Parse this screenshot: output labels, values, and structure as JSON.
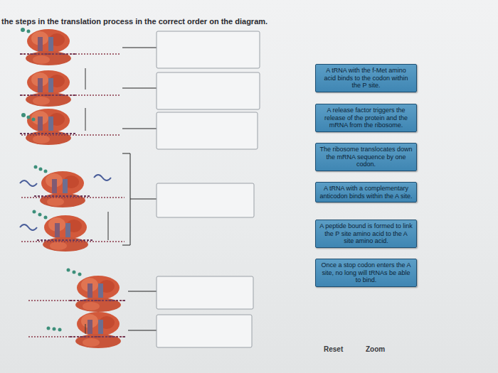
{
  "diagram": {
    "title": "the steps in the translation process in the correct order on the diagram.",
    "nodes": [
      {
        "text": [
          "A tRNA with the f-Met amino acid binds to the codon within the P site."
        ]
      },
      {
        "text": [
          "A release factor triggers the release of the protein and the mRNA from the ribosome."
        ]
      },
      {
        "text": [
          "The ribosome translocates down the mRNA sequence by one codon."
        ]
      },
      {
        "text": [
          "A tRNA with a complementary anticodon binds within the A site."
        ]
      },
      {
        "text": [
          "A peptide bound is formed to link the P site amino acid to the A site amino acid."
        ]
      },
      {
        "text": [
          "Once a stop codon enters the A site, no long will tRNAs be able to bind."
        ]
      }
    ],
    "labels": [
      "Reset",
      "Zoom"
    ]
  }
}
